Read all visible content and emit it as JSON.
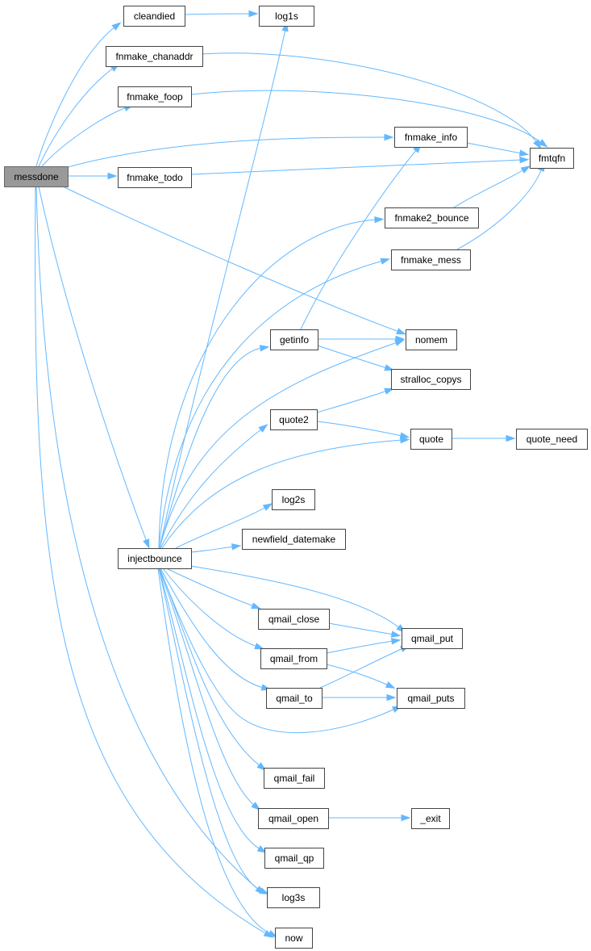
{
  "graph": {
    "edge_color": "#63b8ff",
    "root_fill": "#999999",
    "node_fill": "#ffffff",
    "nodes": [
      {
        "id": "messdone",
        "label": "messdone",
        "root": true
      },
      {
        "id": "cleandied",
        "label": "cleandied"
      },
      {
        "id": "log1s",
        "label": "log1s"
      },
      {
        "id": "fnmake_chanaddr",
        "label": "fnmake_chanaddr"
      },
      {
        "id": "fmtqfn",
        "label": "fmtqfn"
      },
      {
        "id": "fnmake_foop",
        "label": "fnmake_foop"
      },
      {
        "id": "fnmake_info",
        "label": "fnmake_info"
      },
      {
        "id": "fnmake_todo",
        "label": "fnmake_todo"
      },
      {
        "id": "fnmake2_bounce",
        "label": "fnmake2_bounce"
      },
      {
        "id": "fnmake_mess",
        "label": "fnmake_mess"
      },
      {
        "id": "getinfo",
        "label": "getinfo"
      },
      {
        "id": "nomem",
        "label": "nomem"
      },
      {
        "id": "stralloc_copys",
        "label": "stralloc_copys"
      },
      {
        "id": "quote2",
        "label": "quote2"
      },
      {
        "id": "quote",
        "label": "quote"
      },
      {
        "id": "quote_need",
        "label": "quote_need"
      },
      {
        "id": "log2s",
        "label": "log2s"
      },
      {
        "id": "newfield_datemake",
        "label": "newfield_datemake"
      },
      {
        "id": "injectbounce",
        "label": "injectbounce"
      },
      {
        "id": "qmail_close",
        "label": "qmail_close"
      },
      {
        "id": "qmail_put",
        "label": "qmail_put"
      },
      {
        "id": "qmail_from",
        "label": "qmail_from"
      },
      {
        "id": "qmail_to",
        "label": "qmail_to"
      },
      {
        "id": "qmail_puts",
        "label": "qmail_puts"
      },
      {
        "id": "qmail_fail",
        "label": "qmail_fail"
      },
      {
        "id": "qmail_open",
        "label": "qmail_open"
      },
      {
        "id": "_exit",
        "label": "_exit"
      },
      {
        "id": "qmail_qp",
        "label": "qmail_qp"
      },
      {
        "id": "log3s",
        "label": "log3s"
      },
      {
        "id": "now",
        "label": "now"
      }
    ],
    "edges": [
      [
        "messdone",
        "cleandied"
      ],
      [
        "cleandied",
        "log1s"
      ],
      [
        "messdone",
        "fnmake_chanaddr"
      ],
      [
        "fnmake_chanaddr",
        "fmtqfn"
      ],
      [
        "messdone",
        "fnmake_foop"
      ],
      [
        "fnmake_foop",
        "fmtqfn"
      ],
      [
        "messdone",
        "fnmake_info"
      ],
      [
        "fnmake_info",
        "fmtqfn"
      ],
      [
        "messdone",
        "fnmake_todo"
      ],
      [
        "fnmake_todo",
        "fmtqfn"
      ],
      [
        "messdone",
        "nomem"
      ],
      [
        "messdone",
        "injectbounce"
      ],
      [
        "messdone",
        "log3s"
      ],
      [
        "messdone",
        "now"
      ],
      [
        "fnmake2_bounce",
        "fmtqfn"
      ],
      [
        "fnmake_mess",
        "fmtqfn"
      ],
      [
        "getinfo",
        "fnmake_info"
      ],
      [
        "getinfo",
        "nomem"
      ],
      [
        "getinfo",
        "stralloc_copys"
      ],
      [
        "quote2",
        "stralloc_copys"
      ],
      [
        "quote2",
        "quote"
      ],
      [
        "quote",
        "quote_need"
      ],
      [
        "injectbounce",
        "log1s"
      ],
      [
        "injectbounce",
        "fnmake2_bounce"
      ],
      [
        "injectbounce",
        "fnmake_mess"
      ],
      [
        "injectbounce",
        "getinfo"
      ],
      [
        "injectbounce",
        "nomem"
      ],
      [
        "injectbounce",
        "quote2"
      ],
      [
        "injectbounce",
        "quote"
      ],
      [
        "injectbounce",
        "log2s"
      ],
      [
        "injectbounce",
        "newfield_datemake"
      ],
      [
        "injectbounce",
        "qmail_close"
      ],
      [
        "injectbounce",
        "qmail_put"
      ],
      [
        "injectbounce",
        "qmail_from"
      ],
      [
        "injectbounce",
        "qmail_to"
      ],
      [
        "injectbounce",
        "qmail_puts"
      ],
      [
        "injectbounce",
        "qmail_fail"
      ],
      [
        "injectbounce",
        "qmail_open"
      ],
      [
        "injectbounce",
        "qmail_qp"
      ],
      [
        "injectbounce",
        "log3s"
      ],
      [
        "injectbounce",
        "now"
      ],
      [
        "qmail_close",
        "qmail_put"
      ],
      [
        "qmail_from",
        "qmail_put"
      ],
      [
        "qmail_from",
        "qmail_puts"
      ],
      [
        "qmail_to",
        "qmail_put"
      ],
      [
        "qmail_to",
        "qmail_puts"
      ],
      [
        "qmail_open",
        "_exit"
      ]
    ]
  }
}
